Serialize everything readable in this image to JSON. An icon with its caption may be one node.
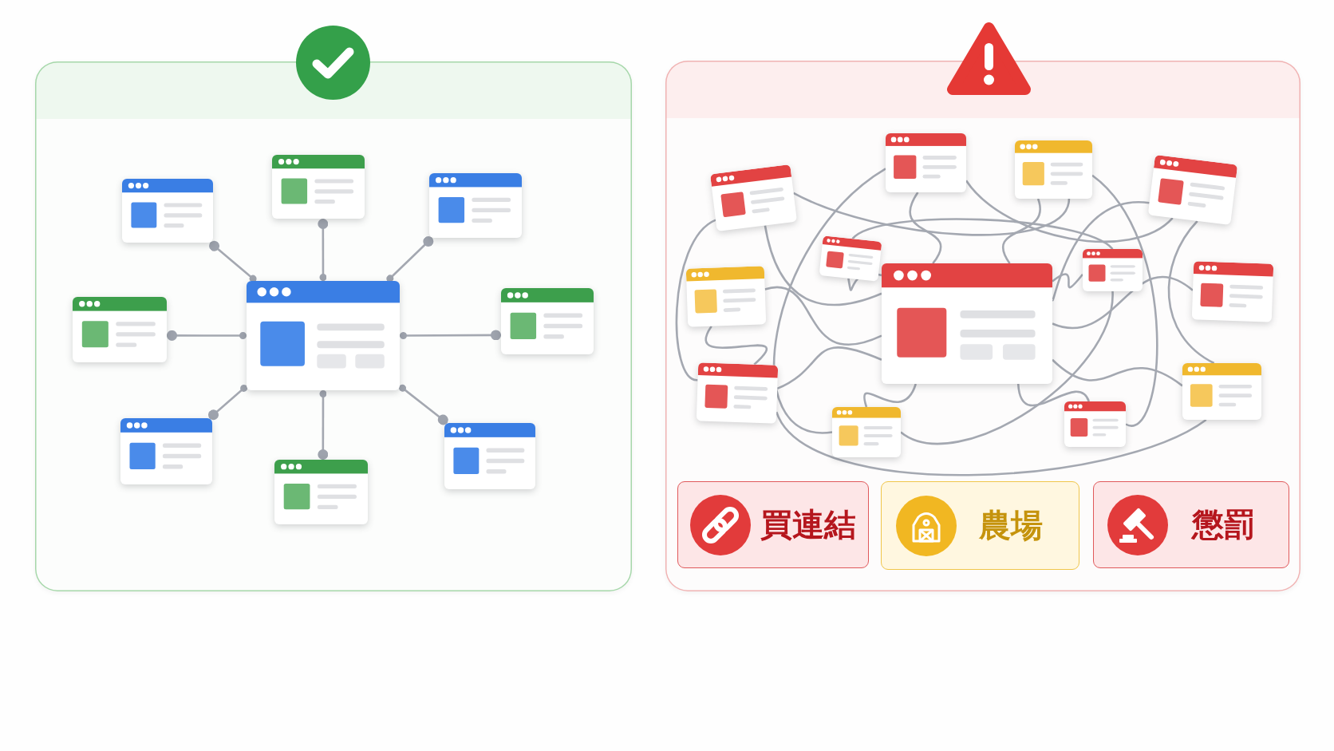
{
  "diagram": {
    "nodes": [
      {
        "text": [],
        "shape": "box"
      },
      {
        "text": [],
        "shape": "box",
        "in": 0
      },
      {
        "text": [],
        "shape": "box",
        "in": 0
      },
      {
        "text": [],
        "shape": "box",
        "in": 0
      },
      {
        "text": [],
        "shape": "box",
        "in": 0
      },
      {
        "text": [],
        "shape": "box",
        "in": 0
      },
      {
        "text": [],
        "shape": "box",
        "in": 0
      },
      {
        "text": [],
        "shape": "box",
        "in": 0
      },
      {
        "text": [],
        "shape": "box",
        "in": 0
      },
      {
        "text": [],
        "shape": "box",
        "in": 0
      },
      {
        "text": [],
        "shape": "box"
      },
      {
        "text": [],
        "shape": "box",
        "in": 10
      },
      {
        "text": [],
        "shape": "box",
        "in": 10
      },
      {
        "text": [],
        "shape": "box",
        "in": 10
      },
      {
        "text": [],
        "shape": "box",
        "in": 10
      },
      {
        "text": [],
        "shape": "box",
        "in": 10
      },
      {
        "text": [],
        "shape": "box",
        "in": 10
      },
      {
        "text": [],
        "shape": "box",
        "in": 10
      },
      {
        "text": [],
        "shape": "box",
        "in": 10
      },
      {
        "text": [],
        "shape": "box",
        "in": 10
      },
      {
        "text": [],
        "shape": "box",
        "in": 10
      },
      {
        "text": [],
        "shape": "box",
        "in": 10
      },
      {
        "text": [],
        "shape": "box",
        "in": 10
      },
      {
        "text": [],
        "shape": "box",
        "in": 10
      },
      {
        "text": [
          "買連結"
        ],
        "in": 10
      },
      {
        "text": [
          "農場"
        ],
        "in": 10
      },
      {
        "text": [
          "懲罰"
        ],
        "in": 10
      }
    ],
    "edges": [
      {
        "from": 5,
        "to": 1,
        "arrow": "other"
      },
      {
        "from": 5,
        "to": 2,
        "arrow": "other"
      },
      {
        "from": 5,
        "to": 3,
        "arrow": "other"
      },
      {
        "from": 5,
        "to": 4,
        "arrow": "other"
      },
      {
        "from": 5,
        "to": 6,
        "arrow": "other"
      },
      {
        "from": 5,
        "to": 7,
        "arrow": "other"
      },
      {
        "from": 5,
        "to": 8,
        "arrow": "other"
      },
      {
        "from": 5,
        "to": 9,
        "arrow": "other"
      },
      {
        "from": 11,
        "to": 17,
        "arrow": "none"
      },
      {
        "from": 12,
        "to": 17,
        "arrow": "none"
      },
      {
        "from": 13,
        "to": 17,
        "arrow": "none"
      },
      {
        "from": 14,
        "to": 17,
        "arrow": "none"
      },
      {
        "from": 15,
        "to": 17,
        "arrow": "none"
      },
      {
        "from": 16,
        "to": 17,
        "arrow": "none"
      },
      {
        "from": 18,
        "to": 17,
        "arrow": "none"
      },
      {
        "from": 19,
        "to": 17,
        "arrow": "none"
      },
      {
        "from": 20,
        "to": 17,
        "arrow": "none"
      },
      {
        "from": 21,
        "to": 17,
        "arrow": "none"
      },
      {
        "from": 22,
        "to": 17,
        "arrow": "none"
      },
      {
        "from": 23,
        "to": 17,
        "arrow": "none"
      },
      {
        "from": 11,
        "to": 13,
        "arrow": "none"
      },
      {
        "from": 12,
        "to": 14,
        "arrow": "none"
      },
      {
        "from": 15,
        "to": 20,
        "arrow": "none"
      },
      {
        "from": 20,
        "to": 23,
        "arrow": "none"
      },
      {
        "from": 12,
        "to": 21,
        "arrow": "none"
      },
      {
        "from": 13,
        "to": 22,
        "arrow": "none"
      },
      {
        "from": 16,
        "to": 18,
        "arrow": "none"
      },
      {
        "from": 11,
        "to": 20,
        "arrow": "none"
      },
      {
        "from": 14,
        "to": 23,
        "arrow": "none"
      },
      {
        "from": 18,
        "to": 21,
        "arrow": "none"
      }
    ]
  }
}
